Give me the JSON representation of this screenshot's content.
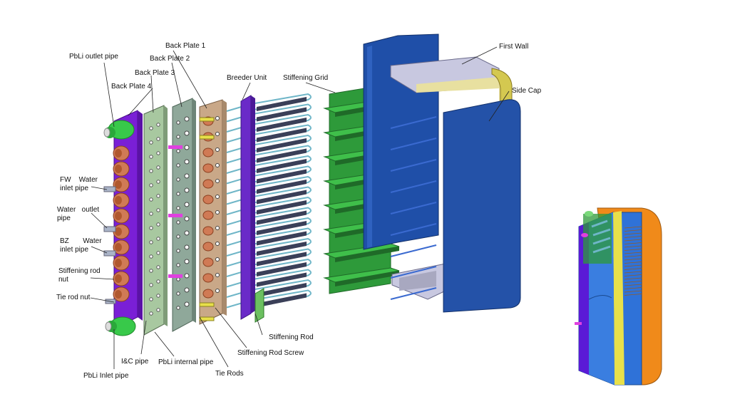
{
  "labels": {
    "pbli_outlet_pipe": "PbLi outlet pipe",
    "back_plate_1": "Back Plate 1",
    "back_plate_2": "Back Plate 2",
    "back_plate_3": "Back Plate 3",
    "back_plate_4": "Back Plate 4",
    "breeder_unit": "Breeder Unit",
    "stiffening_grid": "Stiffening Grid",
    "first_wall": "First Wall",
    "side_cap": "Side Cap",
    "fw_water_inlet_pipe": "FW    Water\ninlet pipe",
    "water_outlet_pipe": "Water   outlet\npipe",
    "bz_water_inlet_pipe": "BZ       Water\ninlet pipe",
    "stiffening_rod_nut": "Stiffening rod\nnut",
    "tie_rod_nut": "Tie rod nut",
    "ic_pipe": "I&C pipe",
    "pbli_inlet_pipe": "PbLi Inlet pipe",
    "pbli_internal_pipe": "PbLi internal pipe",
    "tie_rods": "Tie Rods",
    "stiffening_rod_screw": "Stiffening Rod Screw",
    "stiffening_rod": "Stiffening Rod"
  },
  "colors": {
    "back_plate_4": "#7a1fd6",
    "back_plate_3": "#a8c8a0",
    "back_plate_2": "#8fa89a",
    "back_plate_1": "#c9a888",
    "nut_copper": "#d07a55",
    "pbli_pipe_green": "#38c94a",
    "magenta_rod": "#e040e0",
    "stiffening_grid": "#2e9a3a",
    "grid_dark": "#1f6a28",
    "first_wall_blue": "#1f4fa8",
    "side_cap_blue": "#2452a8",
    "fw_face": "#c8c8e0",
    "fw_edge": "#d4c850",
    "breeder_dark": "#3a3f58",
    "breeder_tube": "#6fb6c8",
    "assembly_orange": "#f08a1a",
    "assembly_blue": "#2f72d8",
    "assembly_yellow": "#e8e04a"
  }
}
